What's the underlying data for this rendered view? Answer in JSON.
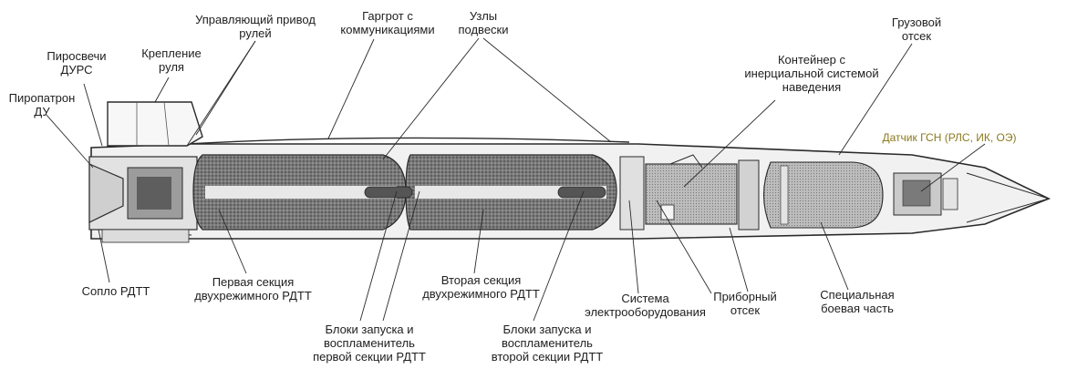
{
  "labels": {
    "steering_drive": "Управляющий привод\nрулей",
    "gargrot": "Гаргрот с\nкоммуникациями",
    "suspension": "Узлы\nподвески",
    "cargo_bay": "Грузовой\nотсек",
    "pyro_candles": "Пиросвечи\nДУРС",
    "rudder_mount": "Крепление\nруля",
    "pyro_cartridge": "Пиропатрон\nДУ",
    "ins_container": "Контейнер с\nинерциальной системой\nнаведения",
    "seeker_sensor": "Датчик ГСН (РЛС, ИК, ОЭ)",
    "nozzle": "Сопло РДТТ",
    "first_section": "Первая секция\nдвухрежимного РДТТ",
    "second_section": "Вторая секция\nдвухрежимного РДТТ",
    "electrical": "Система\nэлектрооборудования",
    "instrument_bay": "Приборный\nотсек",
    "warhead": "Специальная\nбоевая часть",
    "ignition_first": "Блоки запуска и\nвоспламенитель\nпервой секции РДТТ",
    "ignition_second": "Блоки запуска и\nвоспламенитель\nвторой секции РДТТ"
  },
  "colors": {
    "ink": "#2a2a2a",
    "fill_dark": "#6e6e6e",
    "fill_mid": "#a9a9a9",
    "fill_light": "#d6d6d6",
    "accent": "#8a7a1c"
  }
}
